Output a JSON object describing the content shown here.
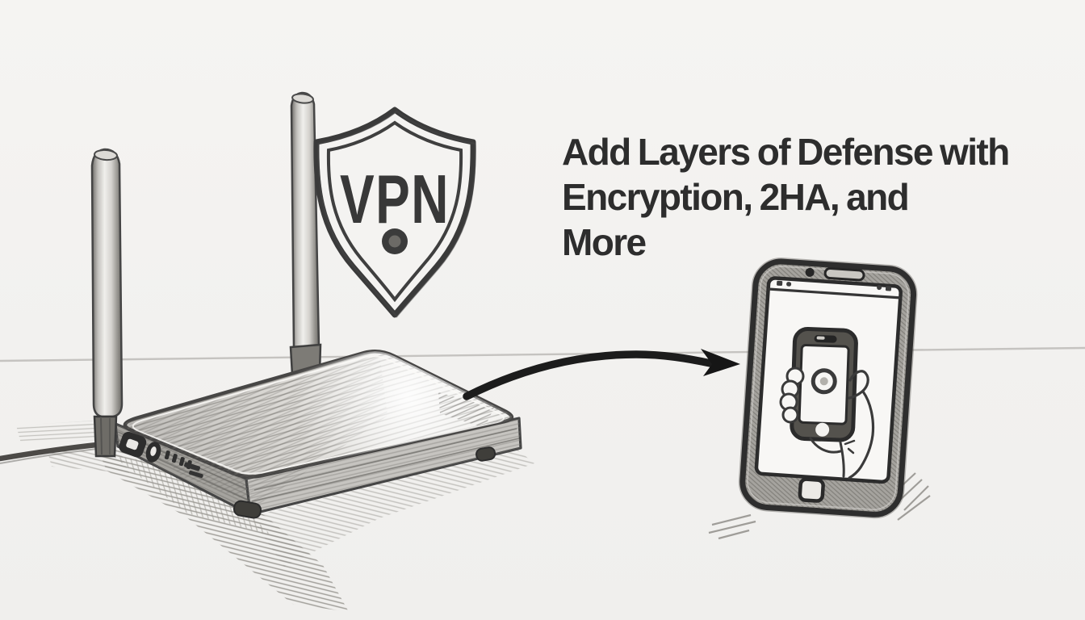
{
  "scene": {
    "description": "Hand-drawn pencil sketch illustration: a Wi-Fi router with two antennas and a VPN shield badge, with a curved arrow pointing to a hand holding a smartphone",
    "style": "pencil sketch on paper"
  },
  "headline": {
    "lines": [
      "Add Layers of Defense with",
      "Encryption, 2HA, and",
      "More"
    ]
  },
  "shield": {
    "label": "VPN"
  },
  "icons": {
    "shield": "vpn-shield-icon",
    "router": "wifi-router-icon",
    "arrow": "curved-arrow-icon",
    "phone": "smartphone-icon",
    "hand": "hand-holding-phone-icon",
    "ring": "lock-ring-icon"
  },
  "colors": {
    "paper": "#f2f1ef",
    "ink": "#3a3a3a",
    "headline_text": "#2d2d2d",
    "arrow": "#1c1c1c",
    "phone_bezel": "#a5a39e"
  }
}
